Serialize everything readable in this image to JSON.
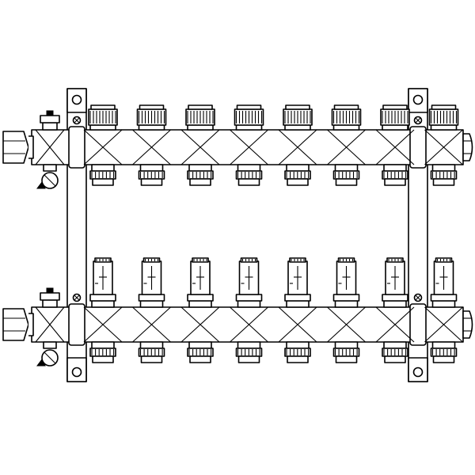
{
  "diagram": {
    "subject": "heating-manifold",
    "outlets_per_rail": 8,
    "rails": [
      {
        "id": "supply",
        "top_fitting": "thermostatic-valve-cap"
      },
      {
        "id": "return",
        "top_fitting": "flow-meter"
      }
    ],
    "colors": {
      "stroke": "#000000",
      "fill": "#ffffff"
    }
  }
}
